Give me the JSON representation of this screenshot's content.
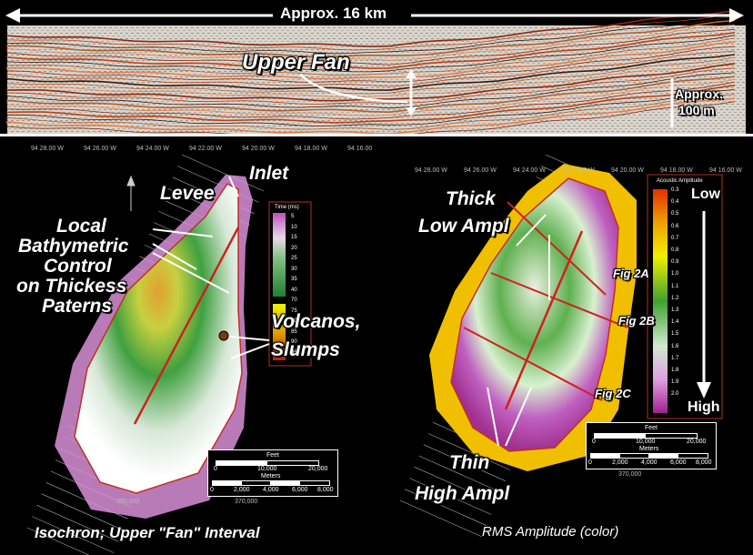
{
  "top_panel": {
    "scale_label": "Approx. 16 km",
    "fan_label": "Upper Fan",
    "vertical_scale_label_1": "Approx.",
    "vertical_scale_label_2": "100 m"
  },
  "left_map": {
    "longitudes": [
      "94 28.00 W",
      "94 26.00 W",
      "94 24.00 W",
      "94 22.00 W",
      "94 20.00 W",
      "94 18.00 W",
      "94 16.00"
    ],
    "labels": {
      "inlet": "Inlet",
      "levee": "Levee",
      "control_1": "Local",
      "control_2": "Bathymetric",
      "control_3": "Control",
      "control_4": "on Thickess",
      "control_5": "Paterns",
      "volcanos_1": "Volcanos,",
      "volcanos_2": "Slumps"
    },
    "legend": {
      "title": "Time (ms)",
      "values": [
        "5",
        "10",
        "15",
        "20",
        "25",
        "30",
        "35",
        "40",
        "70",
        "75",
        "80",
        "85",
        "90",
        "95"
      ]
    },
    "scale": {
      "feet_label": "Feet",
      "feet_ticks": [
        "0",
        "10,000",
        "20,000"
      ],
      "meters_label": "Meters",
      "meters_ticks": [
        "0",
        "2,000",
        "4,000",
        "6,000",
        "8,000"
      ]
    },
    "eastings": [
      "360,000",
      "370,000"
    ],
    "caption": "Isochron; Upper \"Fan\" Interval"
  },
  "right_map": {
    "longitudes": [
      "94 28.00 W",
      "94 26.00 W",
      "94 24.00 W",
      "94 22.00 W",
      "94 20.00 W",
      "94 18.00 W",
      "94 16.00 W"
    ],
    "labels": {
      "thick_1": "Thick",
      "thick_2": "Low Ampl",
      "thin_1": "Thin",
      "thin_2": "High Ampl",
      "fig_2a": "Fig 2A",
      "fig_2b": "Fig 2B",
      "fig_2c": "Fig 2C"
    },
    "legend": {
      "title": "Acoustic Amplitude",
      "low": "Low",
      "high": "High",
      "values": [
        "0.3",
        "0.4",
        "0.5",
        "0.6",
        "0.7",
        "0.8",
        "0.9",
        "1.0",
        "1.1",
        "1.2",
        "1.3",
        "1.4",
        "1.5",
        "1.6",
        "1.7",
        "1.8",
        "1.9",
        "2.0"
      ]
    },
    "scale": {
      "feet_label": "Feet",
      "feet_ticks": [
        "0",
        "10,000",
        "20,000"
      ],
      "meters_label": "Meters",
      "meters_ticks": [
        "0",
        "2,000",
        "4,000",
        "6,000",
        "8,000"
      ]
    },
    "eastings": [
      "370,000"
    ],
    "caption": "RMS Amplitude (color)"
  }
}
